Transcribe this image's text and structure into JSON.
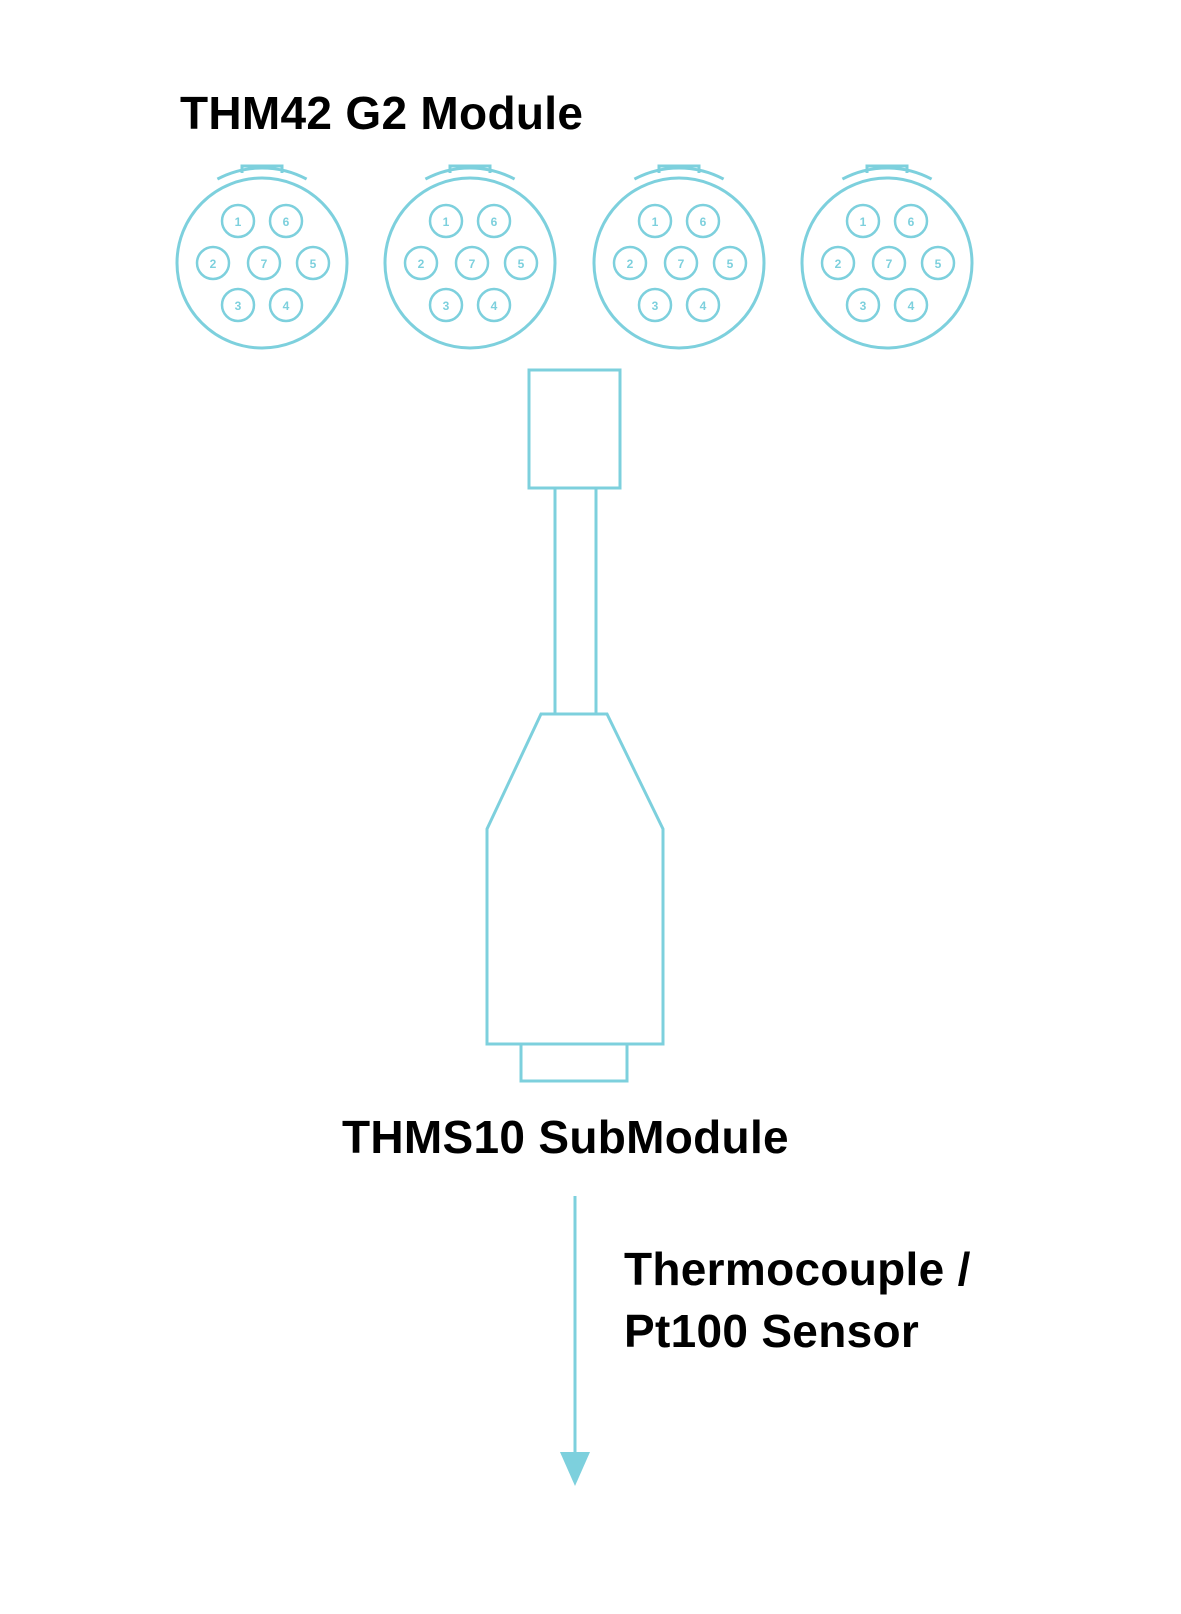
{
  "colors": {
    "line": "#7dd0dd",
    "text": "#000000",
    "background": "#ffffff"
  },
  "module": {
    "title": "THM42 G2 Module",
    "connector_count": 4,
    "pins": [
      "1",
      "6",
      "2",
      "7",
      "5",
      "3",
      "4"
    ]
  },
  "submodule": {
    "title": "THMS10 SubModule"
  },
  "sensor": {
    "line1": "Thermocouple /",
    "line2": "Pt100 Sensor"
  }
}
